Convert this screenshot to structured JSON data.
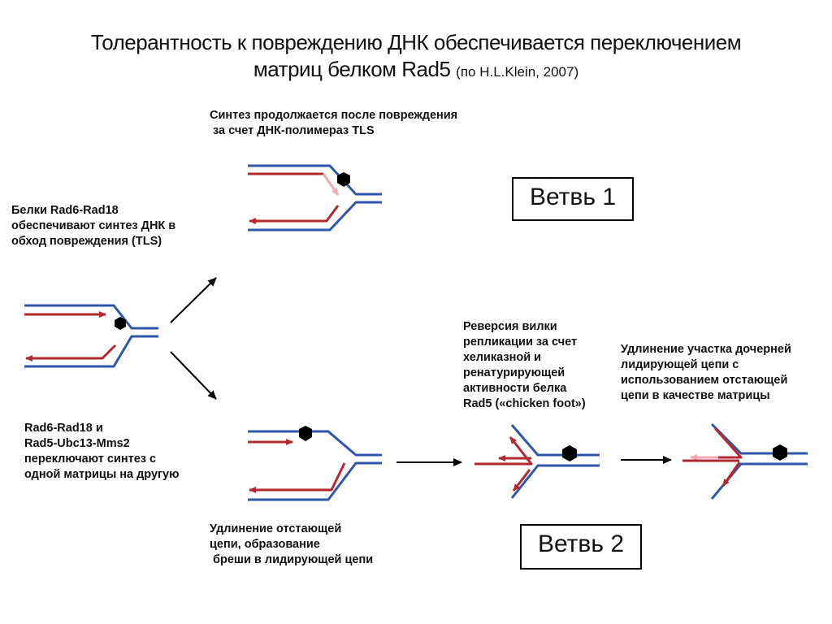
{
  "title": {
    "line1": "Толерантность к повреждению ДНК обеспечивается переключением",
    "line2": "матриц белком Rad5",
    "citation": "(по H.L.Klein, 2007)"
  },
  "labels": {
    "tls_synthesis": [
      "Синтез продолжается после повреждения",
      " за счет ДНК-полимераз TLS"
    ],
    "rad6_rad18_tls": [
      "Белки Rad6-Rad18",
      "обеспечивают синтез ДНК в",
      "обход повреждения (TLS)"
    ],
    "rad6_rad18_switch": [
      "Rad6-Rad18 и",
      "Rad5-Ubc13-Mms2",
      "переключают синтез с",
      "одной матрицы на другую"
    ],
    "lagging_extension": [
      "Удлинение отстающей",
      "цепи, образование",
      " бреши в лидирующей цепи"
    ],
    "fork_reversal": [
      "Реверсия вилки",
      "репликации за счет",
      "хеликазной и",
      "ренатурирующей",
      "активности белка",
      "Rad5 («chicken foot»)"
    ],
    "leading_extension": [
      "Удлинение участка дочерней",
      "лидирующей цепи с",
      "использованием отстающей",
      "цепи в качестве матрицы"
    ]
  },
  "branches": {
    "branch1": "Ветвь 1",
    "branch2": "Ветвь 2"
  },
  "colors": {
    "template_strand": "#2f56a8",
    "daughter_strand": "#b02a30",
    "tls_insertion": "#f0a8ae",
    "lesion": "#000000"
  }
}
